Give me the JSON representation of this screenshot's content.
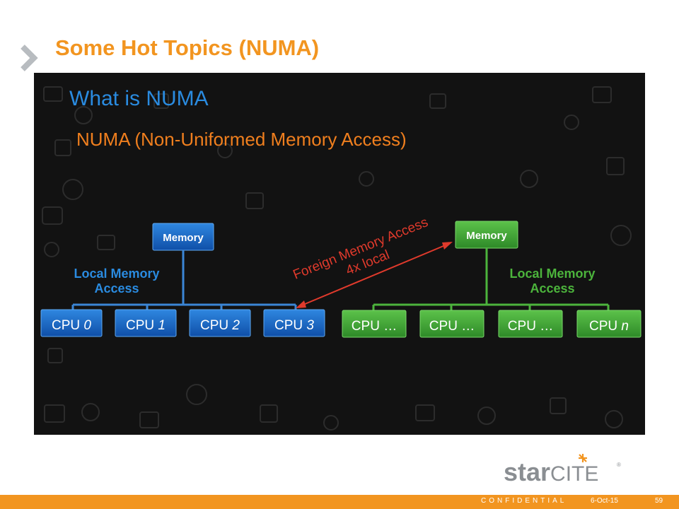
{
  "slide": {
    "title": "Some Hot Topics (NUMA)",
    "footer_label": "CONFIDENTIAL",
    "footer_date": "6-Oct-15",
    "page_number": "59"
  },
  "logo": {
    "part1": "star",
    "part2": "CITE",
    "mark": "®"
  },
  "diagram": {
    "heading": "What is NUMA",
    "subheading": "NUMA (Non-Uniformed Memory Access)",
    "left_node": {
      "memory_label": "Memory",
      "access_line1": "Local Memory",
      "access_line2": "Access",
      "cpus": [
        {
          "prefix": "CPU ",
          "suffix": "0"
        },
        {
          "prefix": "CPU ",
          "suffix": "1"
        },
        {
          "prefix": "CPU ",
          "suffix": "2"
        },
        {
          "prefix": "CPU ",
          "suffix": "3"
        }
      ]
    },
    "right_node": {
      "memory_label": "Memory",
      "access_line1": "Local Memory",
      "access_line2": "Access",
      "cpus": [
        {
          "prefix": "CPU …",
          "suffix": ""
        },
        {
          "prefix": "CPU …",
          "suffix": ""
        },
        {
          "prefix": "CPU …",
          "suffix": ""
        },
        {
          "prefix": "CPU ",
          "suffix": "n"
        }
      ]
    },
    "foreign_line1": "Foreign Memory Access",
    "foreign_line2": "4x local"
  },
  "colors": {
    "accent": "#f29520",
    "left_box": "#1565c0",
    "right_box": "#3fa535",
    "heading": "#2a8be0",
    "subheading": "#f07f1e",
    "foreign": "#e03a2c"
  }
}
